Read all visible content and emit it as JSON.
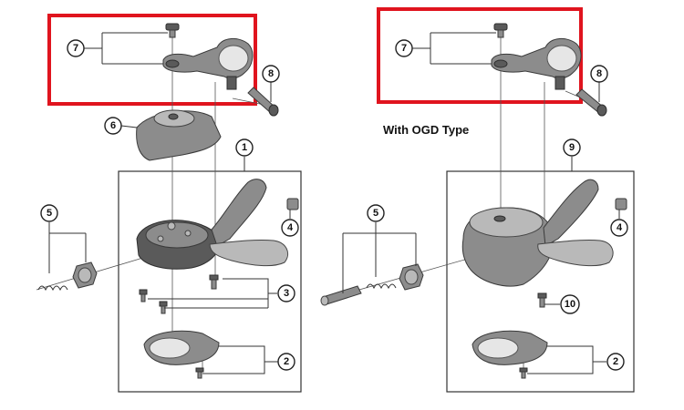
{
  "callouts": {
    "c1": "1",
    "c2": "2",
    "c3": "3",
    "c4": "4",
    "c5": "5",
    "c6": "6",
    "c7": "7",
    "c8": "8",
    "c9": "9",
    "c10": "10"
  },
  "right_panel": {
    "label": "With OGD Type"
  },
  "colors": {
    "highlight": "#e0141e"
  }
}
